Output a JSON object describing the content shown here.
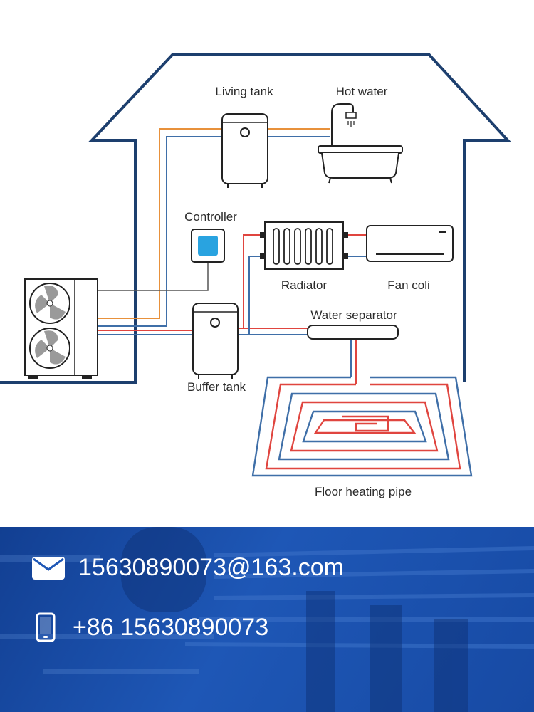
{
  "labels": {
    "living_tank": "Living tank",
    "hot_water": "Hot water",
    "controller": "Controller",
    "radiator": "Radiator",
    "fan_coil": "Fan coli",
    "water_separator": "Water separator",
    "buffer_tank": "Buffer tank",
    "floor_heating": "Floor heating pipe"
  },
  "contact": {
    "email": "15630890073@163.com",
    "phone": "+86 15630890073",
    "icons": [
      "envelope-icon",
      "phone-icon"
    ]
  },
  "colors": {
    "house_outline": "#1d3f6e",
    "hot_pipe": "#e0453f",
    "cold_pipe": "#3f6fa8",
    "living_pipe": "#e8913b",
    "controller_screen": "#29a3e0",
    "contact_band": "#1e57b6"
  }
}
